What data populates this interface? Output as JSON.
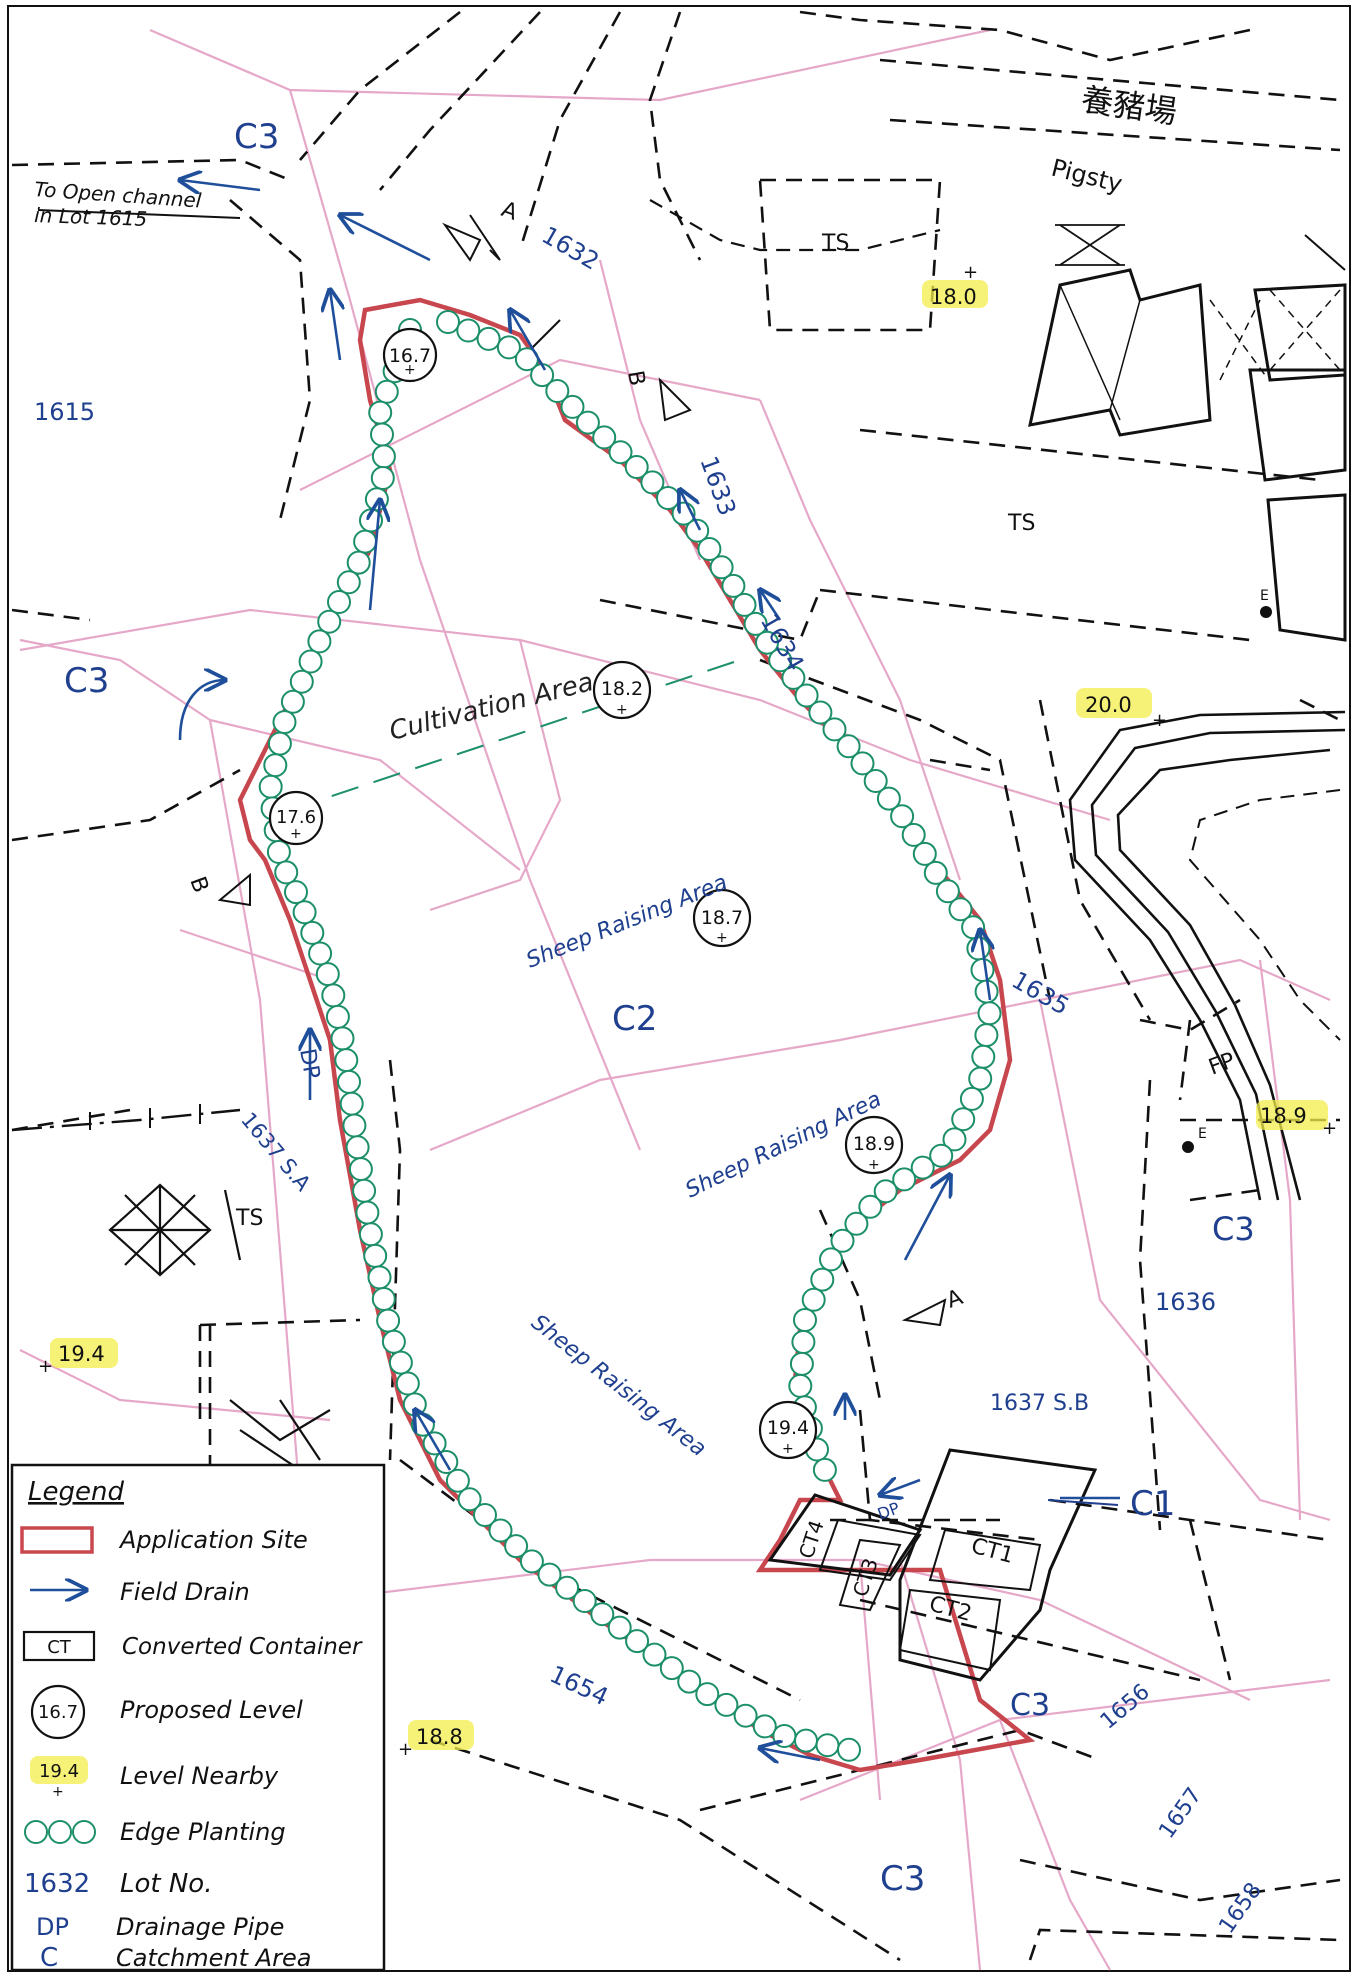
{
  "map": {
    "chinese_label": "養豬場",
    "pigsty_label": "Pigsty",
    "to_channel_line1": "To Open channel",
    "to_channel_line2": "in Lot 1615"
  },
  "areas": {
    "cultivation": "Cultivation Area",
    "sheep1": "Sheep Raising Area",
    "sheep2": "Sheep Raising Area",
    "sheep3": "Sheep Raising Area"
  },
  "catchments": {
    "c1": "C1",
    "c2": "C2",
    "c3_a": "C3",
    "c3_b": "C3",
    "c3_c": "C3",
    "c3_d": "C3",
    "c3_e": "C3"
  },
  "lots": {
    "l1615": "1615",
    "l1632": "1632",
    "l1633": "1633",
    "l1634": "1634",
    "l1635": "1635",
    "l1636": "1636",
    "l1637sa": "1637 S.A",
    "l1637sb": "1637 S.B",
    "l1654": "1654",
    "l1656": "1656",
    "l1657": "1657",
    "l1658": "1658"
  },
  "proposed_levels": {
    "p1": "16.7",
    "p2": "18.2",
    "p3": "17.6",
    "p4": "18.7",
    "p5": "18.9",
    "p6": "19.4"
  },
  "nearby_levels": {
    "n1": "18.0",
    "n2": "20.0",
    "n3": "18.9",
    "n4": "19.4",
    "n5": "18.8"
  },
  "containers": {
    "ct1": "CT1",
    "ct2": "CT2",
    "ct3": "CT3",
    "ct4": "CT4"
  },
  "symbols": {
    "ts1": "TS",
    "ts2": "TS",
    "ts3": "TS",
    "fp": "FP",
    "e1": "E",
    "e2": "E",
    "dp1": "DP",
    "dp2": "DP",
    "sec_a_top": "A",
    "sec_a_bottom": "A",
    "sec_b_top": "B",
    "sec_b_left": "B"
  },
  "legend": {
    "title": "Legend",
    "items": [
      {
        "symbol": "",
        "label": "Application Site"
      },
      {
        "symbol": "",
        "label": "Field Drain"
      },
      {
        "symbol": "CT",
        "label": "Converted Container"
      },
      {
        "symbol": "16.7",
        "label": "Proposed Level"
      },
      {
        "symbol": "19.4",
        "label": "Level Nearby"
      },
      {
        "symbol": "",
        "label": "Edge Planting"
      },
      {
        "symbol": "1632",
        "label": "Lot No."
      },
      {
        "symbol": "DP",
        "label": "Drainage Pipe"
      },
      {
        "symbol": "C",
        "label": "Catchment Area"
      }
    ]
  },
  "colors": {
    "site_boundary": "#c8464e",
    "drain": "#1f4f9a",
    "planting": "#1c8f6a",
    "lot_line": "#e6a8c8",
    "highlight": "#f3ee4a",
    "text_blue": "#1f3f8f"
  }
}
